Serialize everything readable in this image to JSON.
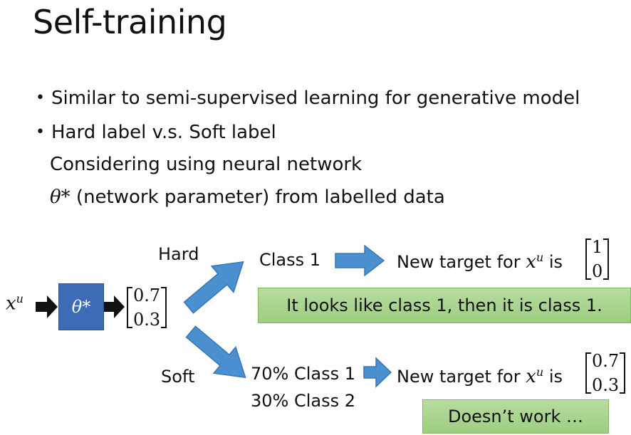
{
  "slide": {
    "title": "Self-training",
    "bullets": [
      "Similar to semi-supervised learning for generative model",
      "Hard label v.s. Soft label"
    ],
    "subline_1": "Considering using neural network",
    "subline_2_math": "θ*",
    "subline_2_text": " (network parameter) from labelled data"
  },
  "diagram": {
    "input_label": "x",
    "input_sup": "u",
    "model_label": "θ*",
    "output_vector": [
      "0.7",
      "0.3"
    ],
    "hard": {
      "label": "Hard",
      "class_text": "Class 1",
      "target_prefix": "New target for ",
      "target_var": "x",
      "target_sup": "u",
      "target_is": " is ",
      "target_vector": [
        "1",
        "0"
      ],
      "note": "It looks like class 1, then it is class 1."
    },
    "soft": {
      "label": "Soft",
      "class_line_1": "70% Class 1",
      "class_line_2": "30% Class 2",
      "target_prefix": "New target for ",
      "target_var": "x",
      "target_sup": "u",
      "target_is": " is ",
      "target_vector": [
        "0.7",
        "0.3"
      ],
      "note": "Doesn’t work …"
    }
  },
  "colors": {
    "arrow_blue": "#4a8fd0",
    "model_box_blue": "#3d6bb8",
    "note_green": "#a9d590"
  },
  "icons": [
    "right-arrow-icon",
    "diagonal-arrow-icon",
    "black-arrow-icon"
  ]
}
